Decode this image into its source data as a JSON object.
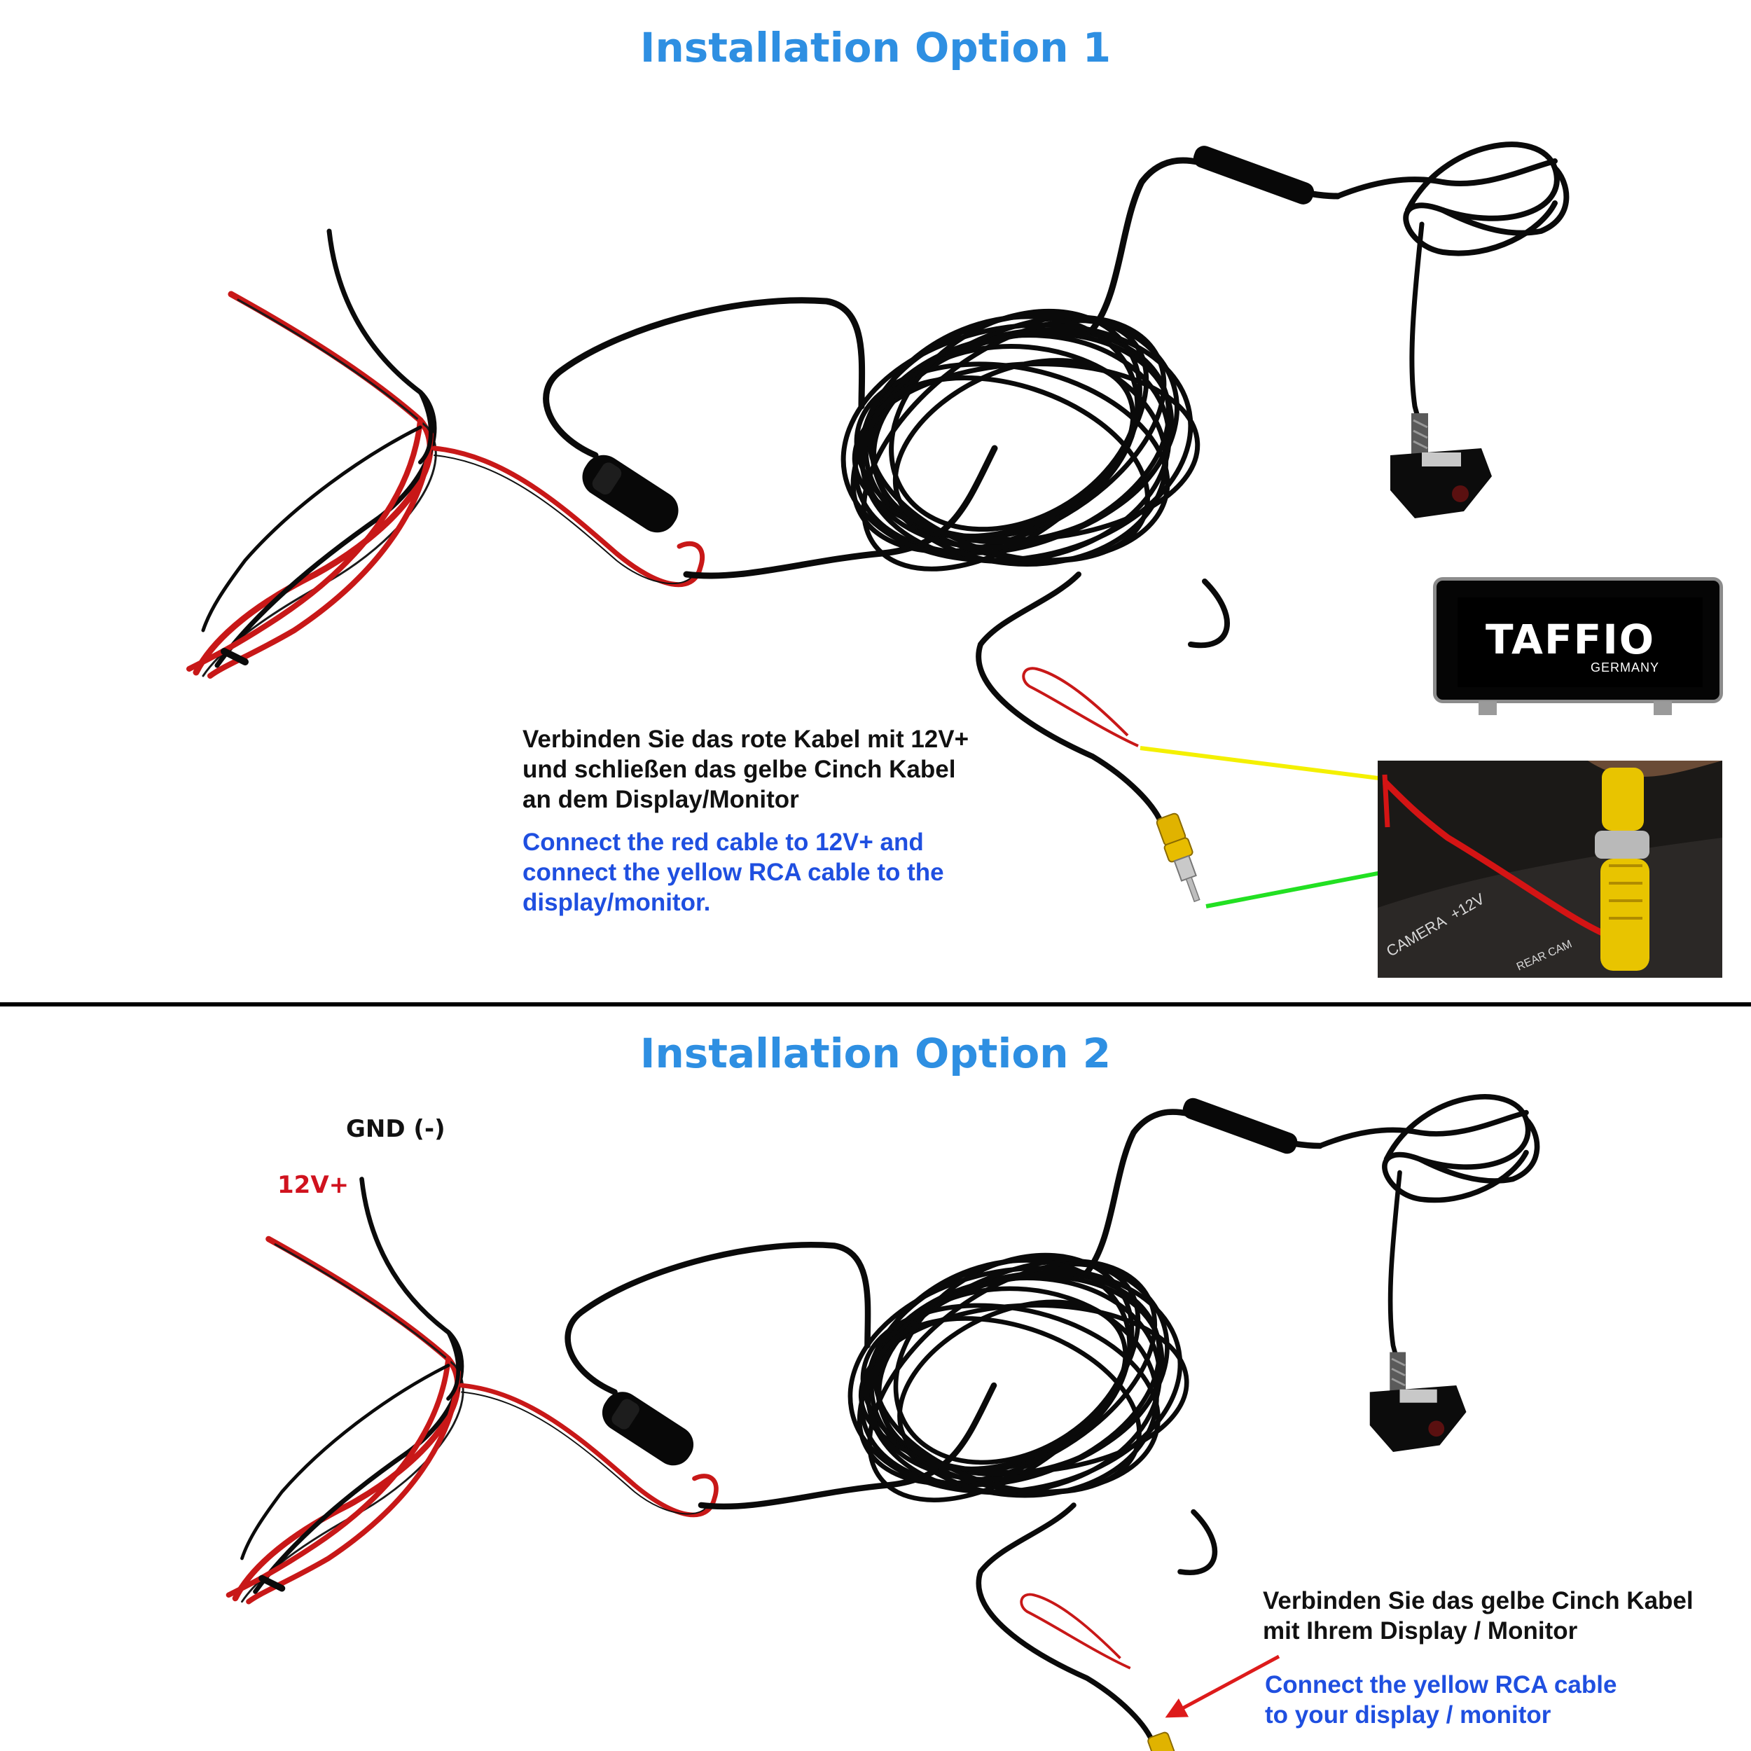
{
  "option1": {
    "title": "Installation Option 1",
    "instruction_de": "Verbinden Sie das rote Kabel mit 12V+\nund schließen das gelbe Cinch Kabel\nan dem Display/Monitor",
    "instruction_en": "Connect the red cable to 12V+ and\nconnect the yellow RCA cable to the\ndisplay/monitor."
  },
  "option2": {
    "title": "Installation Option 2",
    "label_gnd": "GND (-)",
    "label_12v": "12V+",
    "instruction_de": "Verbinden Sie das gelbe Cinch Kabel\nmit Ihrem Display / Monitor",
    "instruction_en": "Connect the yellow RCA cable\nto your display / monitor"
  },
  "display_unit": {
    "brand": "TAFFIO",
    "brand_sub": "GERMANY"
  },
  "photo_inset": {
    "label_camera": "CAMERA  +12V",
    "label_rear": "REAR CAM"
  },
  "colors": {
    "heading": "#2e8fe2",
    "instruction_de": "#111111",
    "instruction_en": "#1f4fe0",
    "label_12v": "#d0121e",
    "arrow_yellow": "#f4f000",
    "arrow_green": "#22e022",
    "arrow_red": "#dd1b1b",
    "rca_yellow": "#e0b300",
    "cable": "#0a0a0a",
    "red_wire": "#c81818"
  }
}
